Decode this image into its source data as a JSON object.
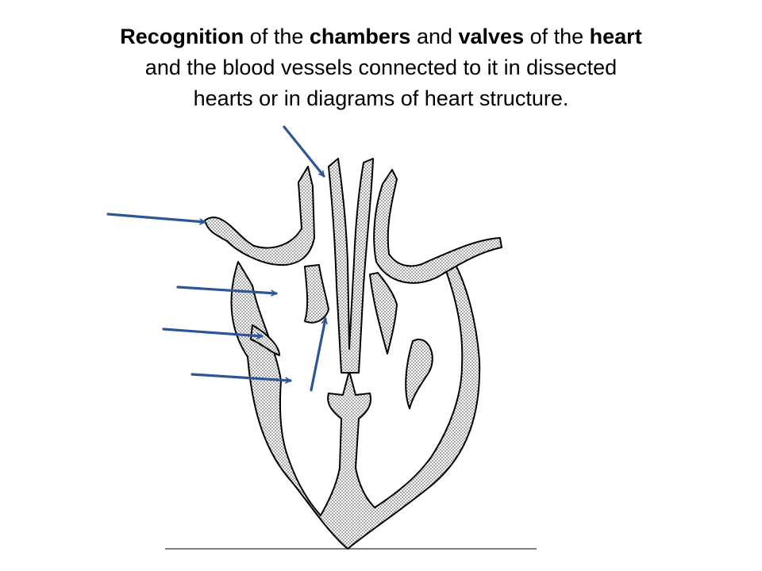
{
  "title": {
    "line1": [
      {
        "text": "Recognition",
        "bold": true
      },
      {
        "text": " of the ",
        "bold": false
      },
      {
        "text": "chambers",
        "bold": true
      },
      {
        "text": " and ",
        "bold": false
      },
      {
        "text": "valves",
        "bold": true
      },
      {
        "text": " of the ",
        "bold": false
      },
      {
        "text": "heart",
        "bold": true
      }
    ],
    "line2": "and the blood vessels connected to it in dissected",
    "line3": "hearts or in diagrams of heart structure."
  },
  "colors": {
    "arrow": "#2E5597",
    "outline": "#000000",
    "stipple_dot": "#333333",
    "background": "#ffffff"
  },
  "diagram": {
    "subject": "heart-section",
    "unlabelled_arrows": 6
  }
}
